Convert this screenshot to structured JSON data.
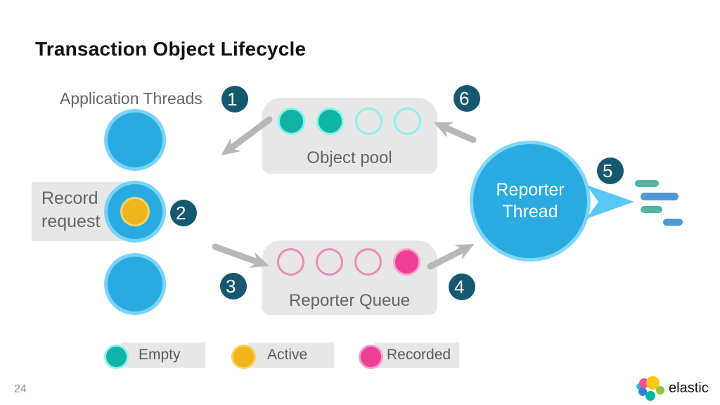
{
  "slide": {
    "title": "Transaction Object Lifecycle"
  },
  "diagram": {
    "application_threads_label": "Application Threads",
    "record_request_label": "Record request",
    "object_pool": {
      "label": "Object pool",
      "slots": [
        "filled",
        "filled",
        "outline",
        "outline"
      ]
    },
    "reporter_queue": {
      "label": "Reporter Queue",
      "slots": [
        "outline",
        "outline",
        "outline",
        "filled"
      ]
    },
    "reporter_thread_label": "Reporter Thread",
    "steps": [
      "1",
      "2",
      "3",
      "4",
      "5",
      "6"
    ]
  },
  "legend": {
    "items": [
      {
        "label": "Empty",
        "color": "#10b3a6",
        "ring": "#8ff3ec"
      },
      {
        "label": "Active",
        "color": "#f0b41d",
        "ring": "#f6d25e"
      },
      {
        "label": "Recorded",
        "color": "#ee3e96",
        "ring": "#f4a3c9"
      }
    ]
  },
  "footer": {
    "page_number": "24",
    "brand": "elastic",
    "logo_colors": [
      "#28bbe3",
      "#ef5098",
      "#fdc713",
      "#8cc63f",
      "#00b5a5",
      "#3a7bd5"
    ]
  },
  "colors": {
    "thread_blue": "#29abe2",
    "thread_ring": "#79d3f8",
    "badge_navy": "#15586f",
    "box_gray": "#e7e7e7",
    "arrow_gray": "#b7b7b7",
    "emit_arrow_blue": "#58c7f5",
    "dash_teal": "#53b2a0",
    "dash_blue": "#4f98d8"
  }
}
